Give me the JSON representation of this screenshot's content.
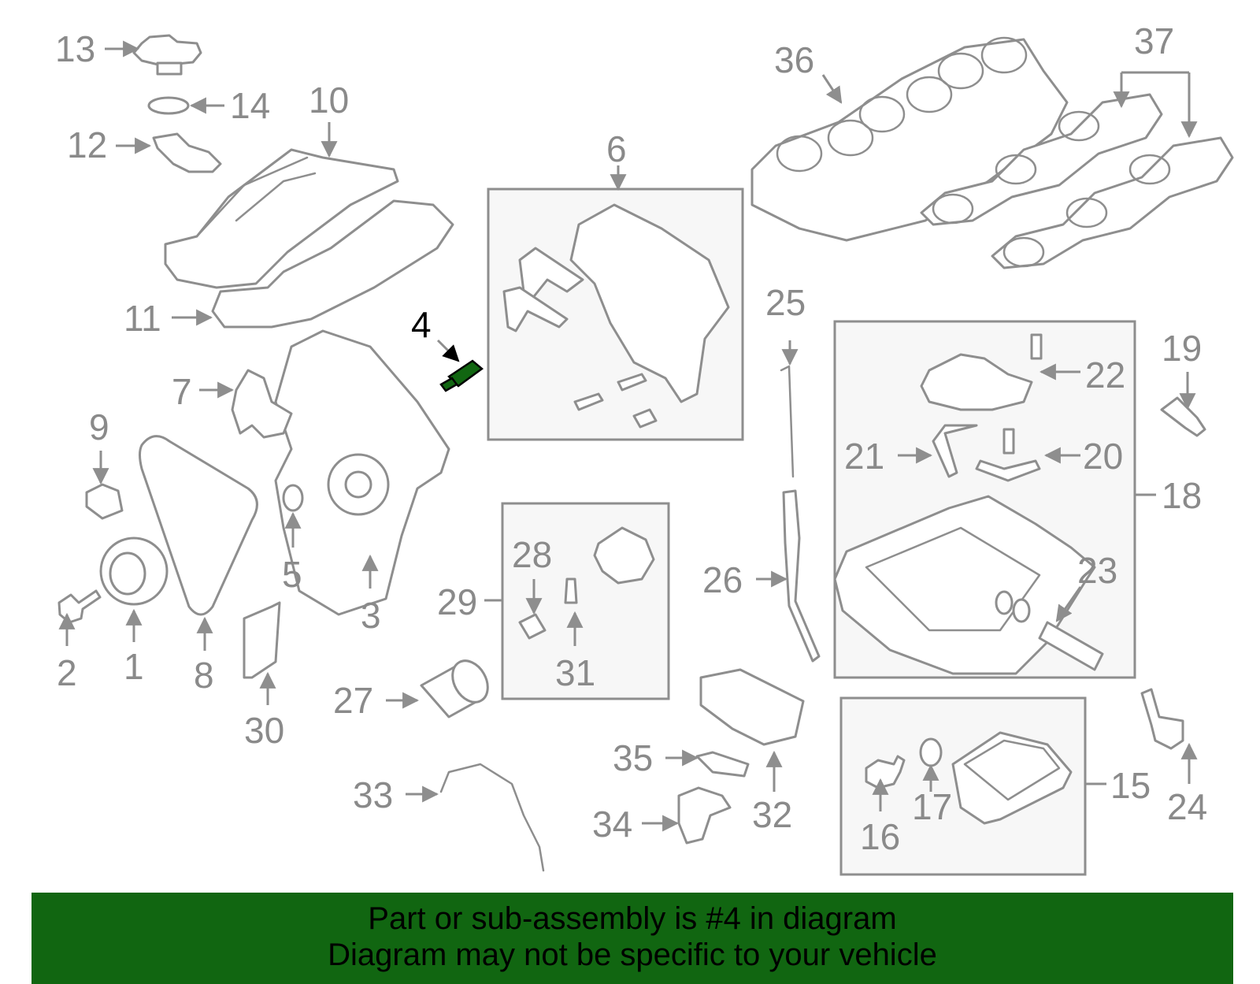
{
  "labels": [
    {
      "id": "1",
      "text": "1"
    },
    {
      "id": "2",
      "text": "2"
    },
    {
      "id": "3",
      "text": "3"
    },
    {
      "id": "4",
      "text": "4"
    },
    {
      "id": "5",
      "text": "5"
    },
    {
      "id": "6",
      "text": "6"
    },
    {
      "id": "7",
      "text": "7"
    },
    {
      "id": "8",
      "text": "8"
    },
    {
      "id": "9",
      "text": "9"
    },
    {
      "id": "10",
      "text": "10"
    },
    {
      "id": "11",
      "text": "11"
    },
    {
      "id": "12",
      "text": "12"
    },
    {
      "id": "13",
      "text": "13"
    },
    {
      "id": "14",
      "text": "14"
    },
    {
      "id": "15",
      "text": "15"
    },
    {
      "id": "16",
      "text": "16"
    },
    {
      "id": "17",
      "text": "17"
    },
    {
      "id": "18",
      "text": "18"
    },
    {
      "id": "19",
      "text": "19"
    },
    {
      "id": "20",
      "text": "20"
    },
    {
      "id": "21",
      "text": "21"
    },
    {
      "id": "22",
      "text": "22"
    },
    {
      "id": "23",
      "text": "23"
    },
    {
      "id": "24",
      "text": "24"
    },
    {
      "id": "25",
      "text": "25"
    },
    {
      "id": "26",
      "text": "26"
    },
    {
      "id": "27",
      "text": "27"
    },
    {
      "id": "28",
      "text": "28"
    },
    {
      "id": "29",
      "text": "29"
    },
    {
      "id": "30",
      "text": "30"
    },
    {
      "id": "31",
      "text": "31"
    },
    {
      "id": "32",
      "text": "32"
    },
    {
      "id": "33",
      "text": "33"
    },
    {
      "id": "34",
      "text": "34"
    },
    {
      "id": "35",
      "text": "35"
    },
    {
      "id": "36",
      "text": "36"
    },
    {
      "id": "37",
      "text": "37"
    }
  ],
  "highlight": {
    "part": "4",
    "color": "#116611"
  },
  "banner": {
    "line1": "Part or sub-assembly is #4 in diagram",
    "line2": "Diagram may not be specific to your vehicle",
    "color": "#116611"
  }
}
